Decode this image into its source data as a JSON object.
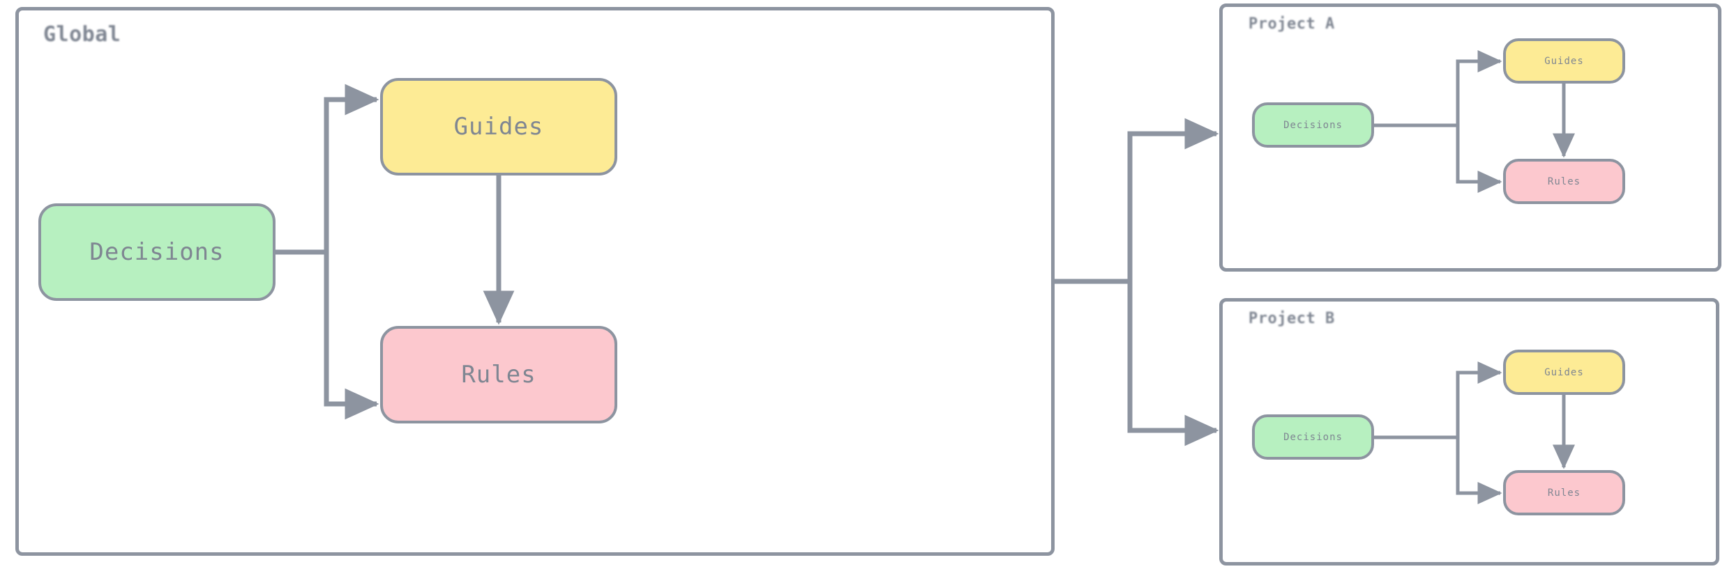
{
  "diagram": {
    "title_visible": false,
    "background": "#ffffff",
    "stroke_color": "#8d94a0",
    "text_color": "#7f8692",
    "node_fill_colors": {
      "decisions": "#b7f0c0",
      "guides": "#fdeb95",
      "rules": "#fcc8ce"
    }
  },
  "clusters": [
    {
      "id": "global",
      "label": "Global",
      "nodes": [
        {
          "id": "global-decisions",
          "label": "Decisions",
          "color": "green"
        },
        {
          "id": "global-guides",
          "label": "Guides",
          "color": "yellow"
        },
        {
          "id": "global-rules",
          "label": "Rules",
          "color": "pink"
        }
      ],
      "edges": [
        {
          "from": "global-decisions",
          "to": "global-guides"
        },
        {
          "from": "global-decisions",
          "to": "global-rules"
        },
        {
          "from": "global-guides",
          "to": "global-rules"
        }
      ]
    },
    {
      "id": "project-a",
      "label": "Project A",
      "nodes": [
        {
          "id": "a-decisions",
          "label": "Decisions",
          "color": "green"
        },
        {
          "id": "a-guides",
          "label": "Guides",
          "color": "yellow"
        },
        {
          "id": "a-rules",
          "label": "Rules",
          "color": "pink"
        }
      ],
      "edges": [
        {
          "from": "a-decisions",
          "to": "a-guides"
        },
        {
          "from": "a-decisions",
          "to": "a-rules"
        },
        {
          "from": "a-guides",
          "to": "a-rules"
        }
      ]
    },
    {
      "id": "project-b",
      "label": "Project B",
      "nodes": [
        {
          "id": "b-decisions",
          "label": "Decisions",
          "color": "green"
        },
        {
          "id": "b-guides",
          "label": "Guides",
          "color": "yellow"
        },
        {
          "id": "b-rules",
          "label": "Rules",
          "color": "pink"
        }
      ],
      "edges": [
        {
          "from": "b-decisions",
          "to": "b-guides"
        },
        {
          "from": "b-decisions",
          "to": "b-rules"
        },
        {
          "from": "b-guides",
          "to": "b-rules"
        }
      ]
    }
  ],
  "cross_cluster_edges": [
    {
      "from": "global",
      "to": "project-a"
    },
    {
      "from": "global",
      "to": "project-b"
    }
  ]
}
